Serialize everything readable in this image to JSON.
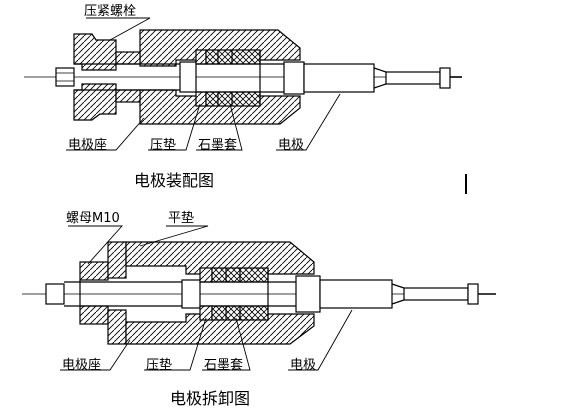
{
  "assembly": {
    "caption": "电极装配图",
    "labels": {
      "clamp_bolt": "压紧螺栓",
      "electrode_seat": "电极座",
      "pressure_pad": "压垫",
      "graphite_sleeve": "石墨套",
      "electrode": "电极"
    }
  },
  "disassembly": {
    "caption": "电极拆卸图",
    "labels": {
      "nut": "螺母M10",
      "flat_washer": "平垫",
      "electrode_seat": "电极座",
      "pressure_pad": "压垫",
      "graphite_sleeve": "石墨套",
      "electrode": "电极"
    }
  },
  "colors": {
    "line": "#000000",
    "background": "#ffffff"
  }
}
